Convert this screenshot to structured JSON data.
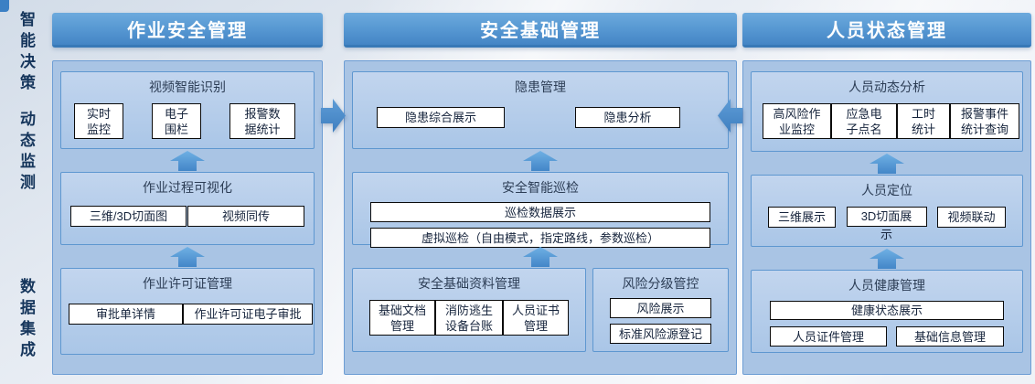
{
  "sidebar": {
    "labels": [
      "智能决策",
      "动态监测",
      "数据集成"
    ]
  },
  "columns": [
    {
      "title": "作业安全管理",
      "sections": [
        {
          "title": "视频智能识别",
          "items": [
            "实时\n监控",
            "电子\n围栏",
            "报警数\n据统计"
          ]
        },
        {
          "title": "作业过程可视化",
          "items": [
            "三维/3D切面图",
            "视频同传"
          ]
        },
        {
          "title": "作业许可证管理",
          "items": [
            "审批单详情",
            "作业许可证电子审批"
          ]
        }
      ]
    },
    {
      "title": "安全基础管理",
      "sections": [
        {
          "title": "隐患管理",
          "items": [
            "隐患综合展示",
            "隐患分析"
          ]
        },
        {
          "title": "安全智能巡检",
          "items": [
            "巡检数据展示",
            "虚拟巡检（自由模式，指定路线，参数巡检）"
          ]
        },
        {
          "title": "安全基础资料管理",
          "items": [
            "基础文档\n管理",
            "消防逃生\n设备台账",
            "人员证书\n管理"
          ]
        },
        {
          "title": "风险分级管控",
          "items": [
            "风险展示",
            "标准风险源登记"
          ]
        }
      ]
    },
    {
      "title": "人员状态管理",
      "sections": [
        {
          "title": "人员动态分析",
          "items": [
            "高风险作\n业监控",
            "应急电\n子点名",
            "工时\n统计",
            "报警事件\n统计查询"
          ]
        },
        {
          "title": "人员定位",
          "items": [
            "三维展示",
            "3D切面展\n示",
            "视频联动"
          ]
        },
        {
          "title": "人员健康管理",
          "items": [
            "健康状态展示",
            "人员证件管理",
            "基础信息管理"
          ]
        }
      ]
    }
  ],
  "colors": {
    "header_gradient_top": "#6caadd",
    "header_gradient_bottom": "#4485c5",
    "panel_fill": "#a9c4e4",
    "section_fill": "#b8cdea",
    "up_arrow": "#4f94d4",
    "flow_arrow": "#4587c8",
    "item_box_border": "#000000",
    "sidebar_text": "#16365c"
  }
}
